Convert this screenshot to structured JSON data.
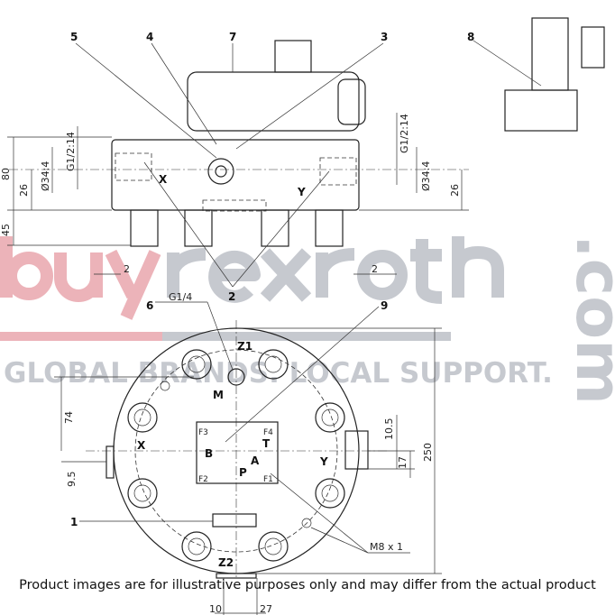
{
  "callouts": {
    "c1": "1",
    "c2": "2",
    "c3": "3",
    "c4": "4",
    "c5": "5",
    "c6": "6",
    "c7": "7",
    "c8": "8",
    "c9": "9"
  },
  "ports": {
    "x": "X",
    "y": "Y",
    "m": "M",
    "z1": "Z1",
    "z2": "Z2",
    "a": "A",
    "b": "B",
    "p": "P",
    "t": "T",
    "f1": "F1",
    "f2": "F2",
    "f3": "F3",
    "f4": "F4"
  },
  "threads": {
    "g14": "G1/4",
    "g12_left": "G1/2:14",
    "g12_right": "G1/2:14",
    "d34_left": "Ø34:4",
    "d34_right": "Ø34:4",
    "m8": "M8 x 1"
  },
  "dimensions": {
    "d80": "80",
    "d26_left": "26",
    "d45": "45",
    "d2_left": "2",
    "d2_right": "2",
    "d26_right": "26",
    "d74": "74",
    "d9_5": "9.5",
    "d250": "250",
    "d10_5": "10.5",
    "d17": "17",
    "d10": "10",
    "d27": "27"
  },
  "watermark": {
    "brand_a": "buy",
    "brand_b": "rexroth",
    "com": ".com",
    "tagline": "GLOBAL BRANDS. LOCAL SUPPORT.",
    "color_red": "#e8a0a8",
    "color_gray": "#b8bcc4"
  },
  "footer": "Product images are for illustrative purposes only and may differ from the actual product"
}
